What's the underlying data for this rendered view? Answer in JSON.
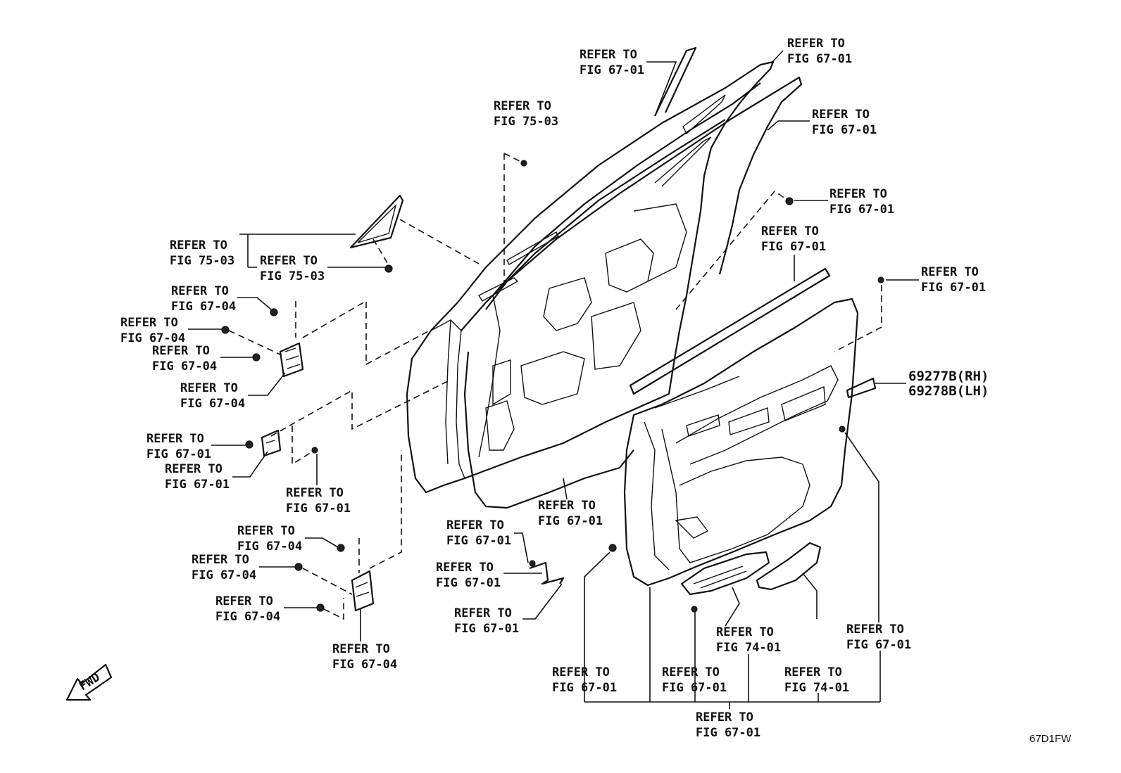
{
  "diagram": {
    "code": "67D1FW",
    "fwd": "FWD",
    "callouts": [
      {
        "l1": "REFER TO",
        "l2": "FIG 67-01"
      },
      {
        "l1": "REFER TO",
        "l2": "FIG 67-01"
      },
      {
        "l1": "REFER TO",
        "l2": "FIG 75-03"
      },
      {
        "l1": "REFER TO",
        "l2": "FIG 67-01"
      },
      {
        "l1": "REFER TO",
        "l2": "FIG 67-01"
      },
      {
        "l1": "REFER TO",
        "l2": "FIG 67-01"
      },
      {
        "l1": "REFER TO",
        "l2": "FIG 67-01"
      },
      {
        "l1": "REFER TO",
        "l2": "FIG 75-03"
      },
      {
        "l1": "REFER TO",
        "l2": "FIG 75-03"
      },
      {
        "l1": "REFER TO",
        "l2": "FIG 67-04"
      },
      {
        "l1": "REFER TO",
        "l2": "FIG 67-04"
      },
      {
        "l1": "REFER TO",
        "l2": "FIG 67-04"
      },
      {
        "l1": "REFER TO",
        "l2": "FIG 67-04"
      },
      {
        "l1": "REFER TO",
        "l2": "FIG 67-01"
      },
      {
        "l1": "REFER TO",
        "l2": "FIG 67-01"
      },
      {
        "l1": "REFER TO",
        "l2": "FIG 67-01"
      },
      {
        "l1": "REFER TO",
        "l2": "FIG 67-01"
      },
      {
        "l1": "REFER TO",
        "l2": "FIG 67-04"
      },
      {
        "l1": "REFER TO",
        "l2": "FIG 67-04"
      },
      {
        "l1": "REFER TO",
        "l2": "FIG 67-04"
      },
      {
        "l1": "REFER TO",
        "l2": "FIG 67-04"
      },
      {
        "l1": "REFER TO",
        "l2": "FIG 67-01"
      },
      {
        "l1": "REFER TO",
        "l2": "FIG 67-01"
      },
      {
        "l1": "REFER TO",
        "l2": "FIG 67-01"
      },
      {
        "l1": "REFER TO",
        "l2": "FIG 74-01"
      },
      {
        "l1": "REFER TO",
        "l2": "FIG 67-01"
      },
      {
        "l1": "REFER TO",
        "l2": "FIG 67-01"
      },
      {
        "l1": "REFER TO",
        "l2": "FIG 67-01"
      },
      {
        "l1": "REFER TO",
        "l2": "FIG 74-01"
      },
      {
        "l1": "REFER TO",
        "l2": "FIG 67-01"
      }
    ],
    "part_numbers": [
      "69277B(RH)",
      "69278B(LH)"
    ]
  }
}
